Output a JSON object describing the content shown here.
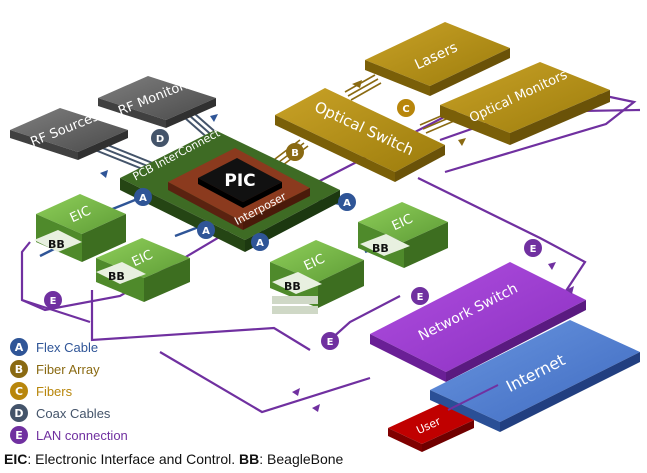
{
  "blocks": {
    "rf_sources": "RF Sources",
    "rf_monitors": "RF Monitors",
    "lasers": "Lasers",
    "optical_switch": "Optical Switch",
    "optical_monitors": "Optical Monitors",
    "pcb": "PCB InterConnect",
    "pic": "PIC",
    "interposer": "Interposer",
    "eic": "EIC",
    "bb": "BB",
    "network_switch": "Network Switch",
    "internet": "Internet",
    "user": "User"
  },
  "badges": {
    "A": "A",
    "B": "B",
    "C": "C",
    "D": "D",
    "E": "E"
  },
  "legend": [
    {
      "key": "A",
      "label": "Flex Cable",
      "color": "#2f5597"
    },
    {
      "key": "B",
      "label": "Fiber Array",
      "color": "#8a6a12"
    },
    {
      "key": "C",
      "label": "Fibers",
      "color": "#b8860b"
    },
    {
      "key": "D",
      "label": "Coax Cables",
      "color": "#44546a"
    },
    {
      "key": "E",
      "label": "LAN connection",
      "color": "#7030a0"
    }
  ],
  "footer": {
    "eic_abbr": "EIC",
    "eic_text": ": Electronic Interface and Control. ",
    "bb_abbr": "BB",
    "bb_text": ": BeagleBone"
  },
  "colors": {
    "rf": "#595959",
    "optical": "#b8960c",
    "pcb": "#385723",
    "eic": "#70ad47",
    "lan": "#7030a0",
    "network": "#9933cc",
    "internet": "#4472c4",
    "user": "#c00000",
    "flex": "#2f5597",
    "fiber_array": "#8a6a12",
    "coax": "#44546a"
  }
}
